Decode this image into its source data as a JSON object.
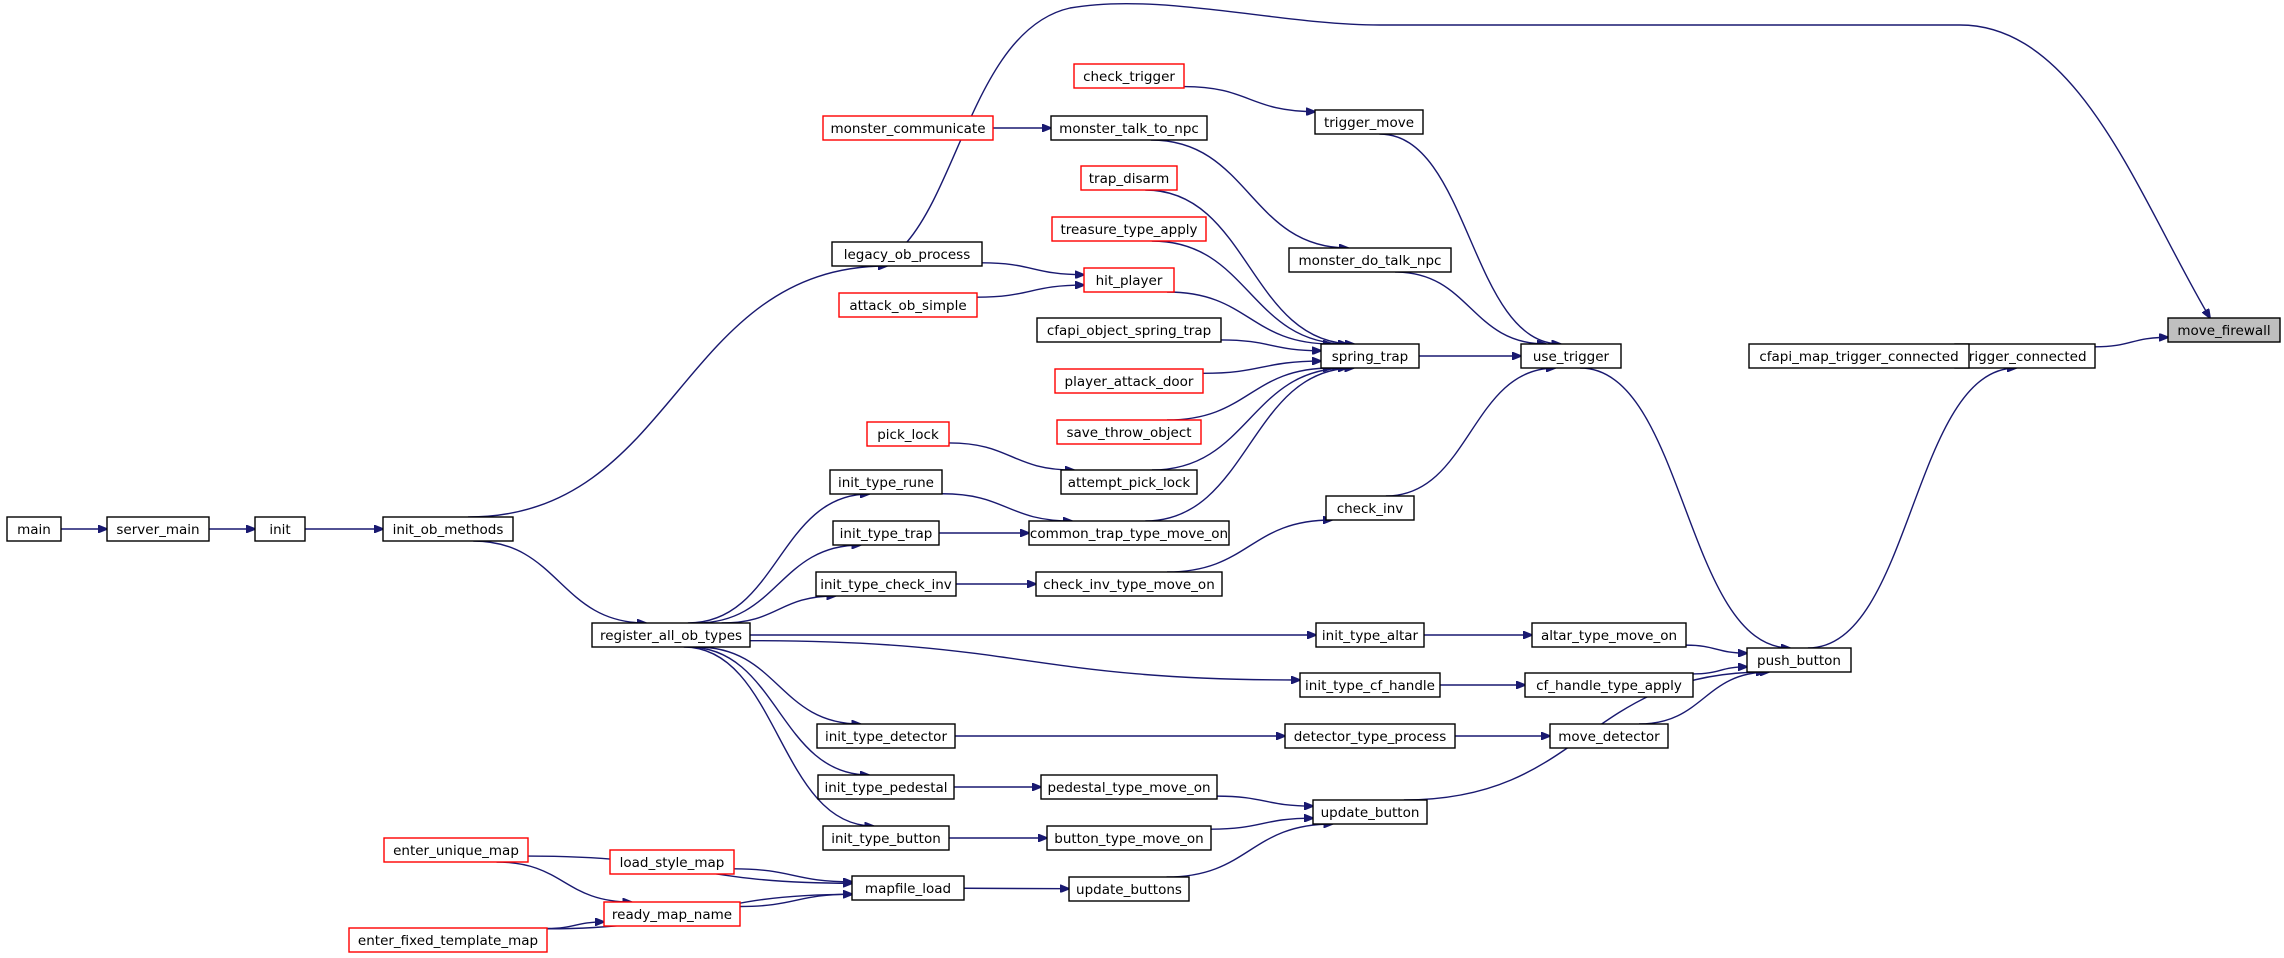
{
  "graph": {
    "title": "",
    "nodes": [
      {
        "id": "move_firewall",
        "label": "move_firewall",
        "root": true
      },
      {
        "id": "trigger_connected",
        "label": "trigger_connected"
      },
      {
        "id": "cfapi_map_trigger_connected",
        "label": "cfapi_map_trigger_connected"
      },
      {
        "id": "push_button",
        "label": "push_button"
      },
      {
        "id": "altar_type_move_on",
        "label": "altar_type_move_on"
      },
      {
        "id": "cf_handle_type_apply",
        "label": "cf_handle_type_apply"
      },
      {
        "id": "move_detector",
        "label": "move_detector"
      },
      {
        "id": "update_button",
        "label": "update_button"
      },
      {
        "id": "use_trigger",
        "label": "use_trigger"
      },
      {
        "id": "trigger_move",
        "label": "trigger_move"
      },
      {
        "id": "monster_do_talk_npc",
        "label": "monster_do_talk_npc"
      },
      {
        "id": "spring_trap",
        "label": "spring_trap"
      },
      {
        "id": "check_inv",
        "label": "check_inv"
      },
      {
        "id": "check_trigger",
        "label": "check_trigger",
        "red": true
      },
      {
        "id": "monster_talk_to_npc",
        "label": "monster_talk_to_npc"
      },
      {
        "id": "monster_communicate",
        "label": "monster_communicate",
        "red": true
      },
      {
        "id": "trap_disarm",
        "label": "trap_disarm",
        "red": true
      },
      {
        "id": "treasure_type_apply",
        "label": "treasure_type_apply",
        "red": true
      },
      {
        "id": "hit_player",
        "label": "hit_player",
        "red": true
      },
      {
        "id": "legacy_ob_process",
        "label": "legacy_ob_process"
      },
      {
        "id": "attack_ob_simple",
        "label": "attack_ob_simple",
        "red": true
      },
      {
        "id": "cfapi_object_spring_trap",
        "label": "cfapi_object_spring_trap"
      },
      {
        "id": "player_attack_door",
        "label": "player_attack_door",
        "red": true
      },
      {
        "id": "save_throw_object",
        "label": "save_throw_object",
        "red": true
      },
      {
        "id": "pick_lock",
        "label": "pick_lock",
        "red": true
      },
      {
        "id": "attempt_pick_lock",
        "label": "attempt_pick_lock"
      },
      {
        "id": "init_type_rune",
        "label": "init_type_rune"
      },
      {
        "id": "common_trap_type_move_on",
        "label": "common_trap_type_move_on"
      },
      {
        "id": "init_type_trap",
        "label": "init_type_trap"
      },
      {
        "id": "init_type_check_inv",
        "label": "init_type_check_inv"
      },
      {
        "id": "check_inv_type_move_on",
        "label": "check_inv_type_move_on"
      },
      {
        "id": "register_all_ob_types",
        "label": "register_all_ob_types"
      },
      {
        "id": "init_type_altar",
        "label": "init_type_altar"
      },
      {
        "id": "init_type_cf_handle",
        "label": "init_type_cf_handle"
      },
      {
        "id": "init_type_detector",
        "label": "init_type_detector"
      },
      {
        "id": "detector_type_process",
        "label": "detector_type_process"
      },
      {
        "id": "init_type_pedestal",
        "label": "init_type_pedestal"
      },
      {
        "id": "pedestal_type_move_on",
        "label": "pedestal_type_move_on"
      },
      {
        "id": "init_type_button",
        "label": "init_type_button"
      },
      {
        "id": "button_type_move_on",
        "label": "button_type_move_on"
      },
      {
        "id": "init_ob_methods",
        "label": "init_ob_methods"
      },
      {
        "id": "init",
        "label": "init"
      },
      {
        "id": "server_main",
        "label": "server_main"
      },
      {
        "id": "main",
        "label": "main"
      },
      {
        "id": "mapfile_load",
        "label": "mapfile_load"
      },
      {
        "id": "update_buttons",
        "label": "update_buttons"
      },
      {
        "id": "enter_unique_map",
        "label": "enter_unique_map",
        "red": true
      },
      {
        "id": "load_style_map",
        "label": "load_style_map",
        "red": true
      },
      {
        "id": "ready_map_name",
        "label": "ready_map_name",
        "red": true
      },
      {
        "id": "enter_fixed_template_map",
        "label": "enter_fixed_template_map",
        "red": true
      }
    ],
    "edges": [
      {
        "from": "trigger_connected",
        "to": "move_firewall"
      },
      {
        "from": "legacy_ob_process",
        "to": "move_firewall"
      },
      {
        "from": "cfapi_map_trigger_connected",
        "to": "trigger_connected"
      },
      {
        "from": "push_button",
        "to": "trigger_connected"
      },
      {
        "from": "use_trigger",
        "to": "push_button"
      },
      {
        "from": "altar_type_move_on",
        "to": "push_button"
      },
      {
        "from": "cf_handle_type_apply",
        "to": "push_button"
      },
      {
        "from": "move_detector",
        "to": "push_button"
      },
      {
        "from": "update_button",
        "to": "push_button"
      },
      {
        "from": "trigger_move",
        "to": "use_trigger"
      },
      {
        "from": "monster_do_talk_npc",
        "to": "use_trigger"
      },
      {
        "from": "spring_trap",
        "to": "use_trigger"
      },
      {
        "from": "check_inv",
        "to": "use_trigger"
      },
      {
        "from": "check_trigger",
        "to": "trigger_move"
      },
      {
        "from": "monster_talk_to_npc",
        "to": "monster_do_talk_npc"
      },
      {
        "from": "monster_communicate",
        "to": "monster_talk_to_npc"
      },
      {
        "from": "trap_disarm",
        "to": "spring_trap"
      },
      {
        "from": "treasure_type_apply",
        "to": "spring_trap"
      },
      {
        "from": "hit_player",
        "to": "spring_trap"
      },
      {
        "from": "cfapi_object_spring_trap",
        "to": "spring_trap"
      },
      {
        "from": "player_attack_door",
        "to": "spring_trap"
      },
      {
        "from": "save_throw_object",
        "to": "spring_trap"
      },
      {
        "from": "attempt_pick_lock",
        "to": "spring_trap"
      },
      {
        "from": "common_trap_type_move_on",
        "to": "spring_trap"
      },
      {
        "from": "legacy_ob_process",
        "to": "hit_player"
      },
      {
        "from": "attack_ob_simple",
        "to": "hit_player"
      },
      {
        "from": "pick_lock",
        "to": "attempt_pick_lock"
      },
      {
        "from": "init_type_rune",
        "to": "common_trap_type_move_on"
      },
      {
        "from": "init_type_trap",
        "to": "common_trap_type_move_on"
      },
      {
        "from": "check_inv_type_move_on",
        "to": "check_inv"
      },
      {
        "from": "init_type_check_inv",
        "to": "check_inv_type_move_on"
      },
      {
        "from": "register_all_ob_types",
        "to": "init_type_rune"
      },
      {
        "from": "register_all_ob_types",
        "to": "init_type_trap"
      },
      {
        "from": "register_all_ob_types",
        "to": "init_type_check_inv"
      },
      {
        "from": "register_all_ob_types",
        "to": "init_type_altar"
      },
      {
        "from": "register_all_ob_types",
        "to": "init_type_cf_handle"
      },
      {
        "from": "register_all_ob_types",
        "to": "init_type_detector"
      },
      {
        "from": "register_all_ob_types",
        "to": "init_type_pedestal"
      },
      {
        "from": "register_all_ob_types",
        "to": "init_type_button"
      },
      {
        "from": "init_type_altar",
        "to": "altar_type_move_on"
      },
      {
        "from": "init_type_cf_handle",
        "to": "cf_handle_type_apply"
      },
      {
        "from": "init_type_detector",
        "to": "detector_type_process"
      },
      {
        "from": "detector_type_process",
        "to": "move_detector"
      },
      {
        "from": "init_type_pedestal",
        "to": "pedestal_type_move_on"
      },
      {
        "from": "pedestal_type_move_on",
        "to": "update_button"
      },
      {
        "from": "init_type_button",
        "to": "button_type_move_on"
      },
      {
        "from": "button_type_move_on",
        "to": "update_button"
      },
      {
        "from": "update_buttons",
        "to": "update_button"
      },
      {
        "from": "mapfile_load",
        "to": "update_buttons"
      },
      {
        "from": "init_ob_methods",
        "to": "register_all_ob_types"
      },
      {
        "from": "init_ob_methods",
        "to": "legacy_ob_process"
      },
      {
        "from": "init",
        "to": "init_ob_methods"
      },
      {
        "from": "server_main",
        "to": "init"
      },
      {
        "from": "main",
        "to": "server_main"
      },
      {
        "from": "enter_unique_map",
        "to": "mapfile_load"
      },
      {
        "from": "load_style_map",
        "to": "mapfile_load"
      },
      {
        "from": "ready_map_name",
        "to": "mapfile_load"
      },
      {
        "from": "enter_fixed_template_map",
        "to": "mapfile_load"
      },
      {
        "from": "enter_unique_map",
        "to": "ready_map_name"
      },
      {
        "from": "enter_fixed_template_map",
        "to": "ready_map_name"
      }
    ]
  }
}
